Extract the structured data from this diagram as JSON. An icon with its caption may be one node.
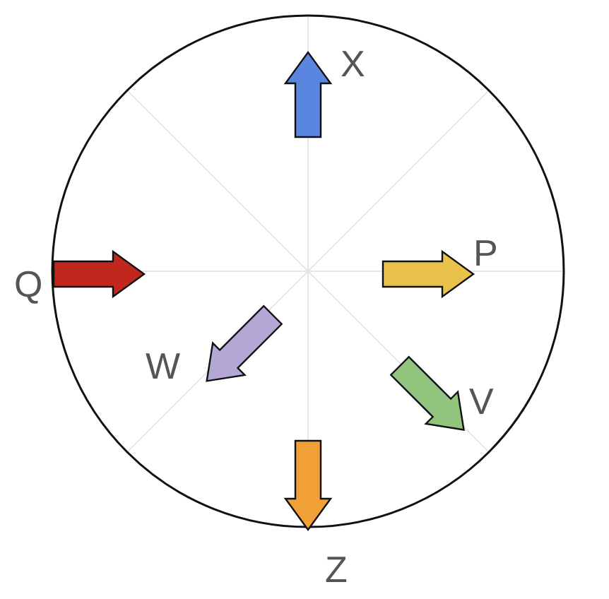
{
  "diagram": {
    "labels": [
      "X",
      "P",
      "Q",
      "W",
      "V",
      "Z"
    ]
  }
}
